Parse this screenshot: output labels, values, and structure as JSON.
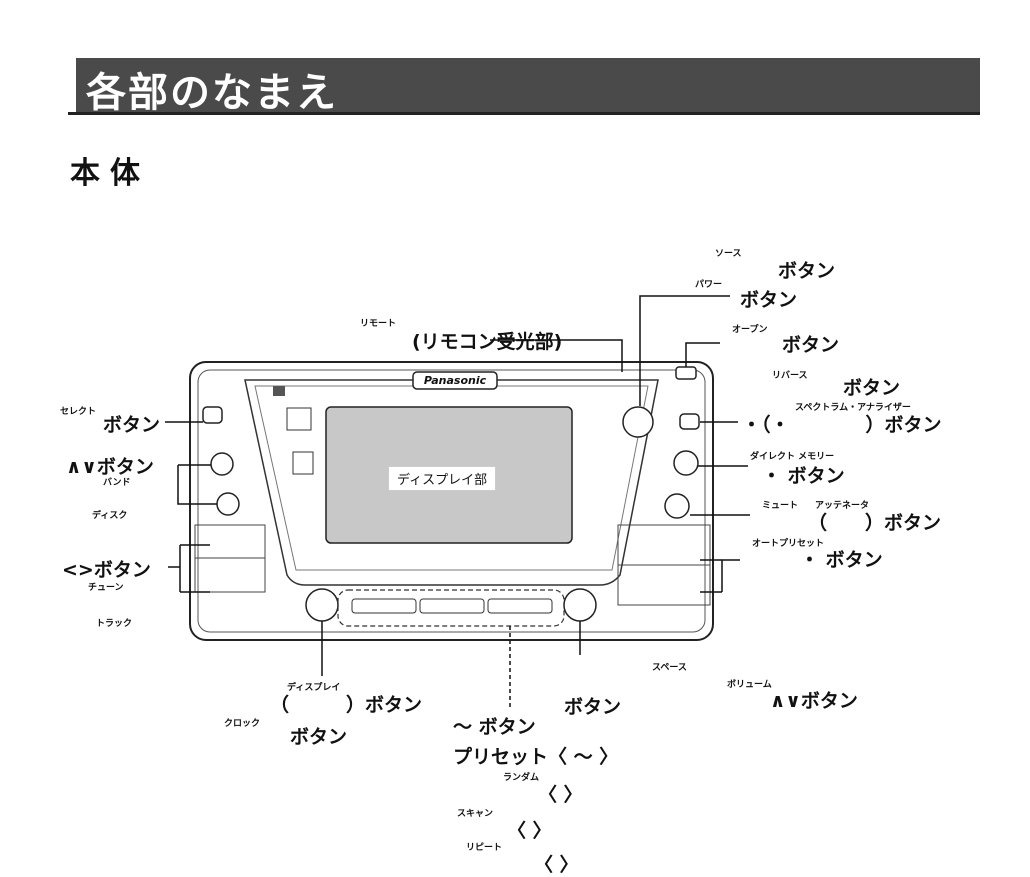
{
  "banner": {
    "title": "各部のなまえ"
  },
  "section": {
    "title": "本体"
  },
  "device": {
    "brand_logo": "Panasonic",
    "display_label": "ディスプレイ部"
  },
  "labels": {
    "source_sub": "ソース",
    "source_btn": "ボタン",
    "power_sub": "パワー",
    "power_btn": "ボタン",
    "remote_sub": "リモート",
    "remote_main": "(リモコン受光部)",
    "open_sub": "オープン",
    "open_btn": "ボタン",
    "reverse_sub": "リバース",
    "reverse_btn": "ボタン",
    "spectrum_sub": "スペクトラム・アナライザー",
    "spectrum_main": "・（・　　　　）ボタン",
    "select_sub": "セレクト",
    "select_btn": "ボタン",
    "updown_btn": "∧∨ボタン",
    "band_sub": "バンド",
    "disc_sub": "ディスク",
    "direct_sub": "ダイレクト メモリー",
    "direct_btn": "・ ボタン",
    "mute_sub": "ミュート",
    "antenna_sub": "アッテネータ",
    "mute_btn": "（　　）ボタン",
    "autopreset_sub": "オートプリセット",
    "autopreset_btn": "・ ボタン",
    "leftright_btn": "<>ボタン",
    "tune_sub": "チューン",
    "track_sub": "トラック",
    "space_sub": "スペース",
    "volume_sub": "ボリューム",
    "volume_btn": "∧∨ボタン",
    "display_sub": "ディスプレイ",
    "display_btn": "（　　　）ボタン",
    "clock_sub": "クロック",
    "clock_btn": "ボタン",
    "preset_range_btn": "～ ボタン",
    "space_btn": "ボタン",
    "preset_main": "プリセット〈 ～ 〉",
    "random_sub": "ランダム",
    "random_main": "〈 〉",
    "scan_sub": "スキャン",
    "scan_main": "〈 〉",
    "repeat_sub": "リピート",
    "repeat_main": "〈 〉"
  }
}
